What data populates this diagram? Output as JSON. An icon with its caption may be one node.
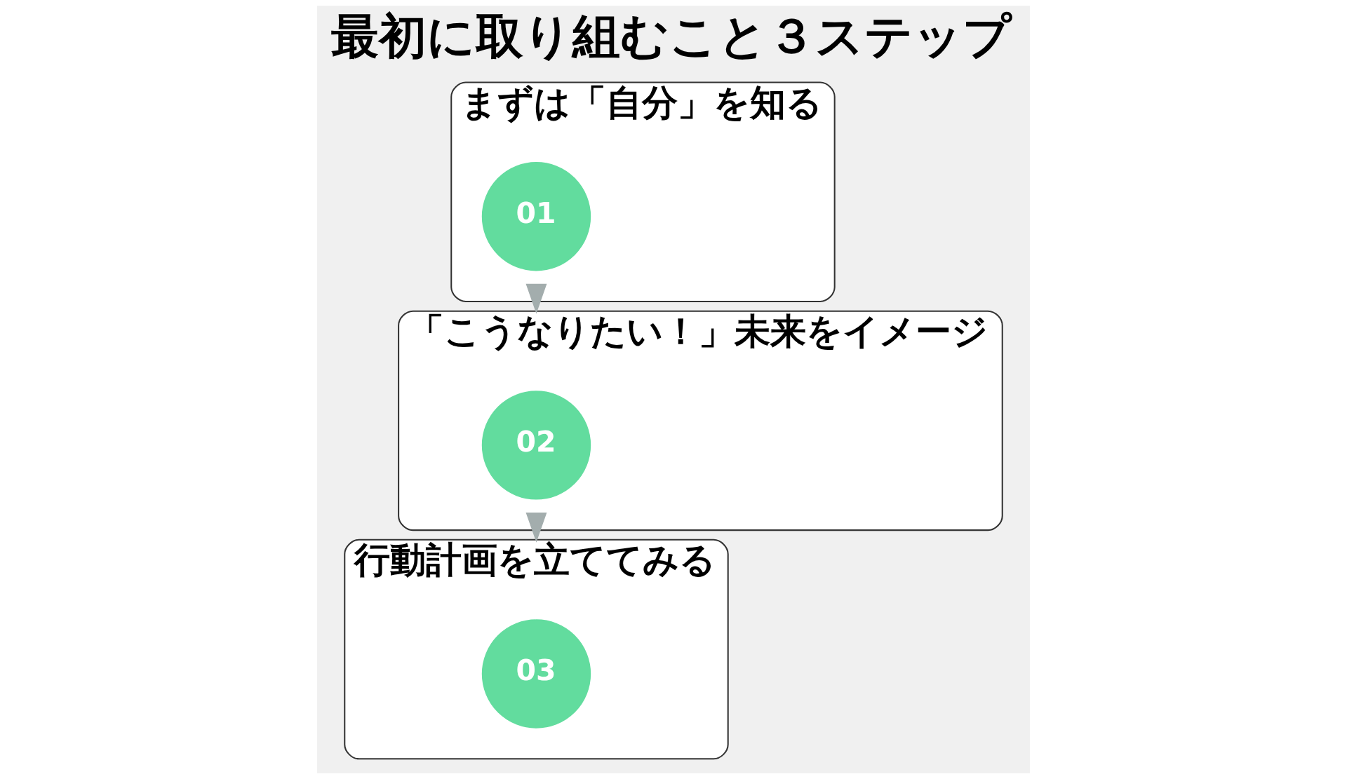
{
  "diagram": {
    "title": "最初に取り組むこと３ステップ",
    "nodes": [
      {
        "text": [
          "まずは「自分」を知る"
        ]
      },
      {
        "text": [
          "01"
        ],
        "in": 0
      },
      {
        "text": [
          "「こうなりたい！」未来をイメージ"
        ]
      },
      {
        "text": [
          "02"
        ],
        "in": 2
      },
      {
        "text": [
          "行動計画を立ててみる"
        ]
      },
      {
        "text": [
          "03"
        ],
        "in": 4
      }
    ],
    "edges": [
      {
        "from": 0,
        "to": 2,
        "arrow": "to"
      },
      {
        "from": 2,
        "to": 4,
        "arrow": "to"
      }
    ]
  }
}
